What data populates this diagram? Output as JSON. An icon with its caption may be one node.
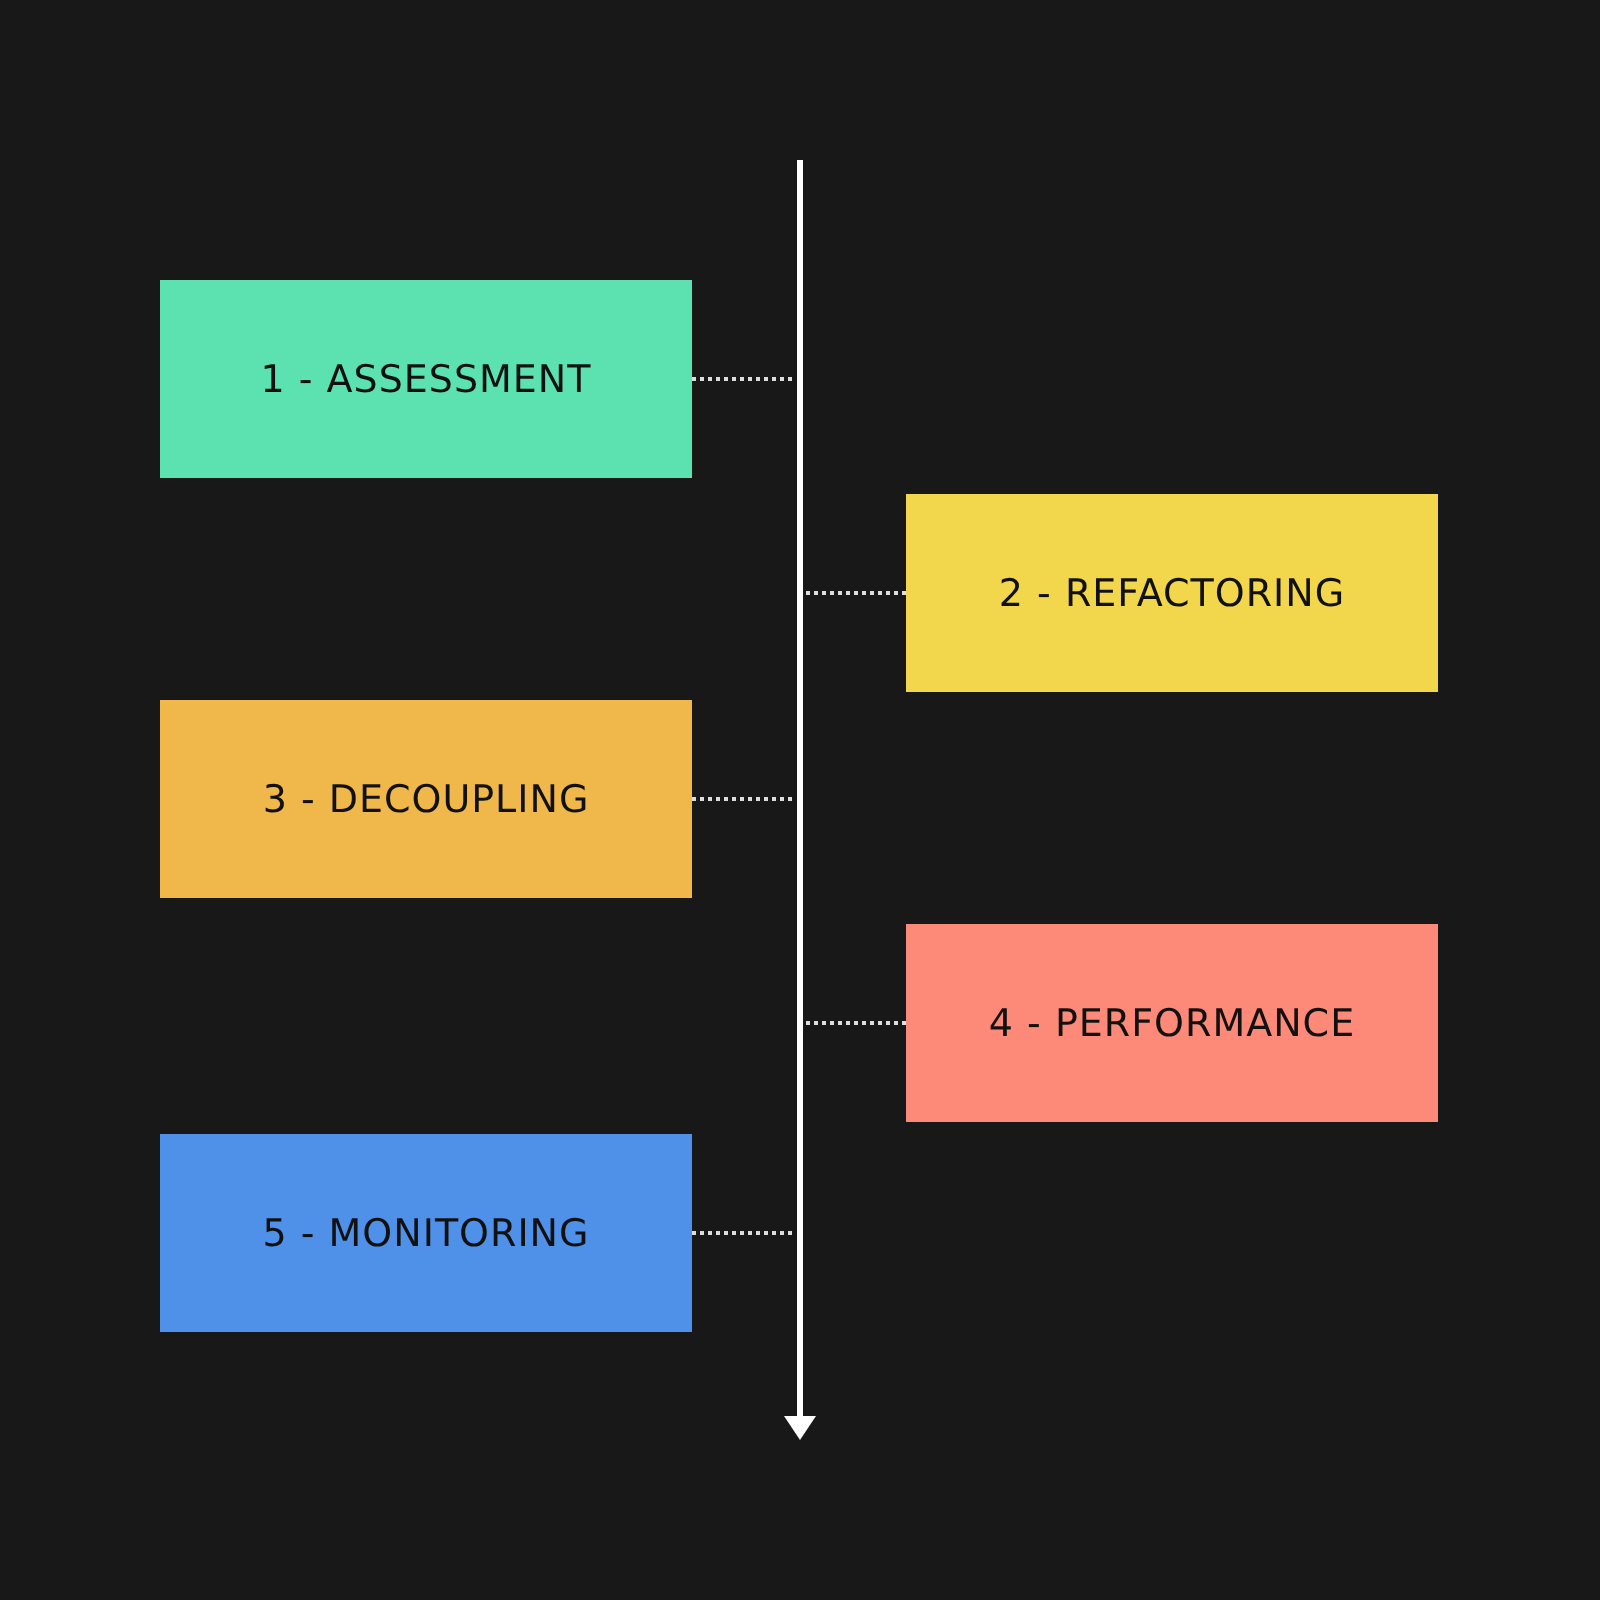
{
  "diagram": {
    "nodes": [
      {
        "text": [
          "1 - ASSESSMENT"
        ]
      },
      {
        "text": [
          "2 - REFACTORING"
        ]
      },
      {
        "text": [
          "3 - DECOUPLING"
        ]
      },
      {
        "text": [
          "4 - PERFORMANCE"
        ]
      },
      {
        "text": [
          "5 - MONITORING"
        ]
      }
    ],
    "edges": [
      {
        "from": 0,
        "to": null,
        "arrow": "none",
        "style": "dashed"
      },
      {
        "from": 1,
        "to": null,
        "arrow": "none",
        "style": "dashed"
      },
      {
        "from": 2,
        "to": null,
        "arrow": "none",
        "style": "dashed"
      },
      {
        "from": 3,
        "to": null,
        "arrow": "none",
        "style": "dashed"
      },
      {
        "from": 4,
        "to": null,
        "arrow": "none",
        "style": "dashed"
      }
    ]
  }
}
